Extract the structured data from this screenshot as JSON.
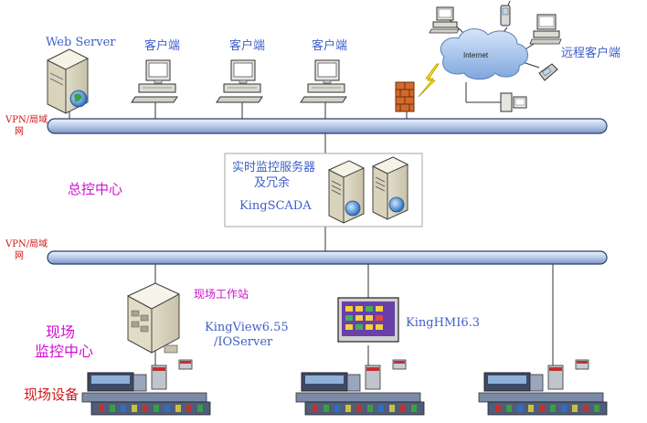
{
  "labels": {
    "web_server": "Web Server",
    "client_1": "客户端",
    "client_2": "客户端",
    "client_3": "客户端",
    "remote_client": "远程客户端",
    "internet": "Internet",
    "vpn_top_1": "VPN/局域",
    "vpn_top_2": "网",
    "vpn_mid_1": "VPN/局域",
    "vpn_mid_2": "网",
    "scada_title_1": "实时监控服务器",
    "scada_title_2": "及冗余",
    "kingscada": "KingSCADA",
    "control_center": "总控中心",
    "workstation": "现场工作站",
    "kingview_1": "KingView6.55",
    "kingview_2": "/IOServer",
    "kinghmi": "KingHMI6.3",
    "field_center_1": "现场",
    "field_center_2": "监控中心",
    "field_devices": "现场设备"
  },
  "colors": {
    "bus_fill": "#b7cae8",
    "bus_stroke": "#2a3f6a",
    "label_blue": "#3e5fc8",
    "label_red": "#d41414",
    "label_magenta": "#d010d0",
    "cloud": "#a9c8f0"
  }
}
